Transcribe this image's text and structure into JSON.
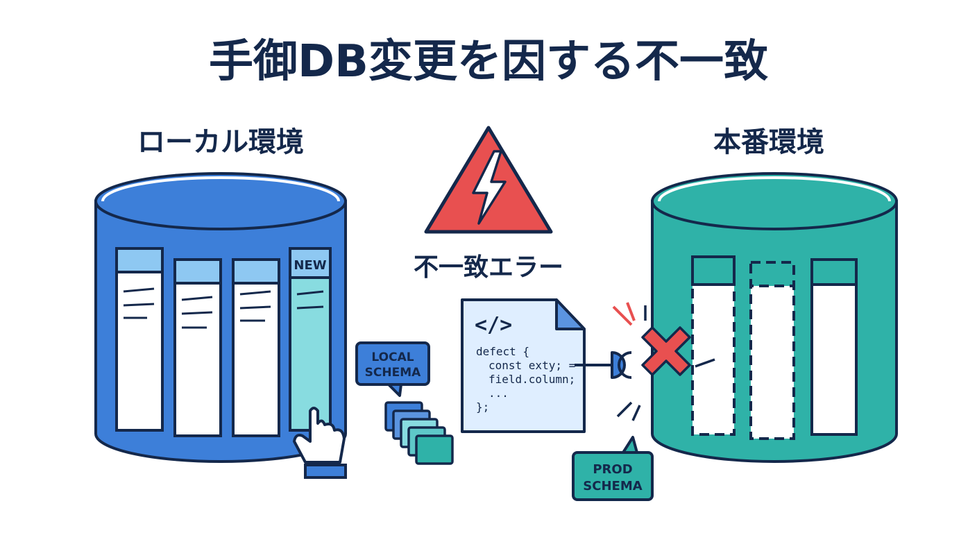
{
  "title": "手御DB変更を因する不一致",
  "left_db": {
    "label": "ローカル環境",
    "new_tag": "NEW",
    "badge_line1": "LOCAL",
    "badge_line2": "SCHEMA"
  },
  "right_db": {
    "label": "本番環境",
    "badge_line1": "PROD",
    "badge_line2": "SCHEMA"
  },
  "warning": {
    "label": "不一致エラー"
  },
  "code_doc": {
    "tag": "</>",
    "lines": [
      "defect {",
      "const exty; =",
      "field.column;",
      "...",
      "};"
    ]
  },
  "colors": {
    "outline": "#14284b",
    "local_db": "#3d7fd9",
    "local_top": "#3d7fd9",
    "column_header": "#8ec8f2",
    "new_column": "#88dce0",
    "prod_db": "#2fb2a8",
    "warning_red": "#e85050",
    "doc_fill": "#dfeeff",
    "doc_corner": "#5b94e0",
    "badge_local": "#3d7fd9",
    "badge_prod": "#2fb2a8"
  },
  "icons": {
    "warning": "lightning-warning-icon",
    "hand": "pointing-hand-icon",
    "error": "red-x-icon",
    "plug": "plug-icon",
    "code": "code-icon"
  }
}
